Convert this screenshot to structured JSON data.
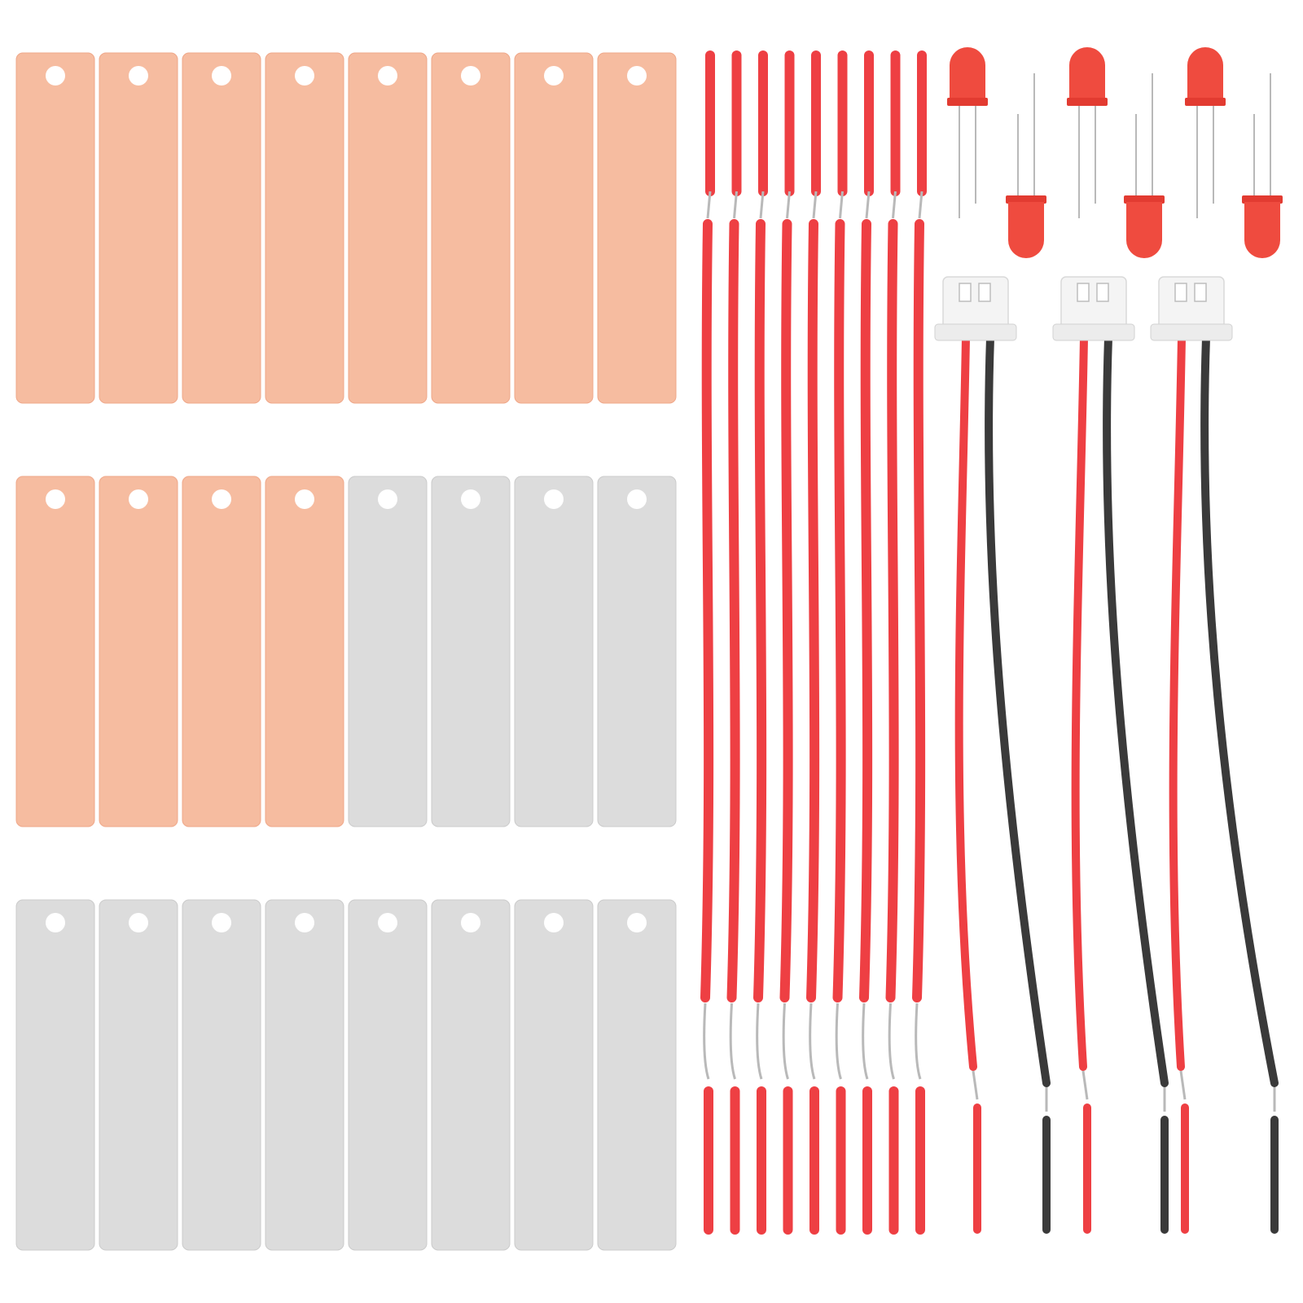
{
  "scene": {
    "description_free": true,
    "background": "#ffffff",
    "colors": {
      "copper": "#f6bca0",
      "copper_edge": "#efa88a",
      "zinc": "#dcdcdc",
      "zinc_edge": "#cbcbcb",
      "wire_red": "#ee3f43",
      "wire_black": "#3a3a3a",
      "led_red": "#ef4b3f",
      "lead_metal": "#b9b9b9",
      "connector": "#f4f4f4"
    },
    "plates": {
      "rows": [
        [
          "copper",
          "copper",
          "copper",
          "copper",
          "copper",
          "copper",
          "copper",
          "copper"
        ],
        [
          "copper",
          "copper",
          "copper",
          "copper",
          "zinc",
          "zinc",
          "zinc",
          "zinc"
        ],
        [
          "zinc",
          "zinc",
          "zinc",
          "zinc",
          "zinc",
          "zinc",
          "zinc",
          "zinc"
        ]
      ]
    },
    "red_wire_count": 9,
    "led_count": 6,
    "connector_cable_count": 3
  }
}
